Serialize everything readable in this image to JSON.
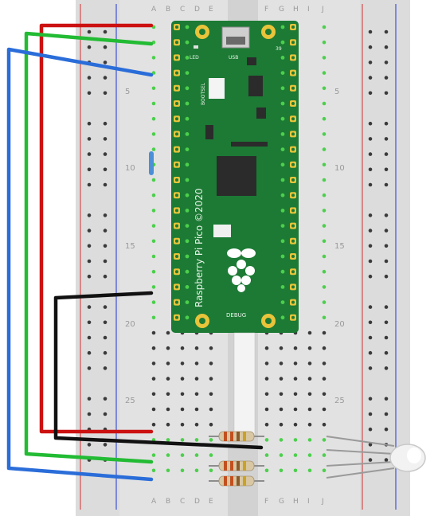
{
  "breadboard": {
    "columns_left": [
      "A",
      "B",
      "C",
      "D",
      "E"
    ],
    "columns_right": [
      "F",
      "G",
      "H",
      "I",
      "J"
    ],
    "row_numbers": [
      "5",
      "10",
      "15",
      "20",
      "25"
    ],
    "colors": {
      "body": "#e2e2e2",
      "rail_red": "#d46a6a",
      "rail_blue": "#5c6fd6",
      "hole": "#3a3a3a",
      "connected_hole": "#4ccf4c"
    }
  },
  "pico": {
    "board_name": "Raspberry Pi Pico ©2020",
    "label_led": "LED",
    "label_usb": "USB",
    "label_bootsel": "BOOTSEL",
    "label_debug": "DEBUG",
    "pin_number": "39",
    "color": "#1c7a34"
  },
  "wires": [
    {
      "name": "red",
      "color": "#cc1111"
    },
    {
      "name": "green",
      "color": "#22bb33"
    },
    {
      "name": "blue",
      "color": "#2a6dd9"
    },
    {
      "name": "black",
      "color": "#111111"
    }
  ],
  "components": {
    "resistor_count": 3,
    "led_type": "RGB LED",
    "resistor_band_colors": [
      "#c2501f",
      "#c2501f",
      "#8a5a2a",
      "#c9a227"
    ]
  }
}
